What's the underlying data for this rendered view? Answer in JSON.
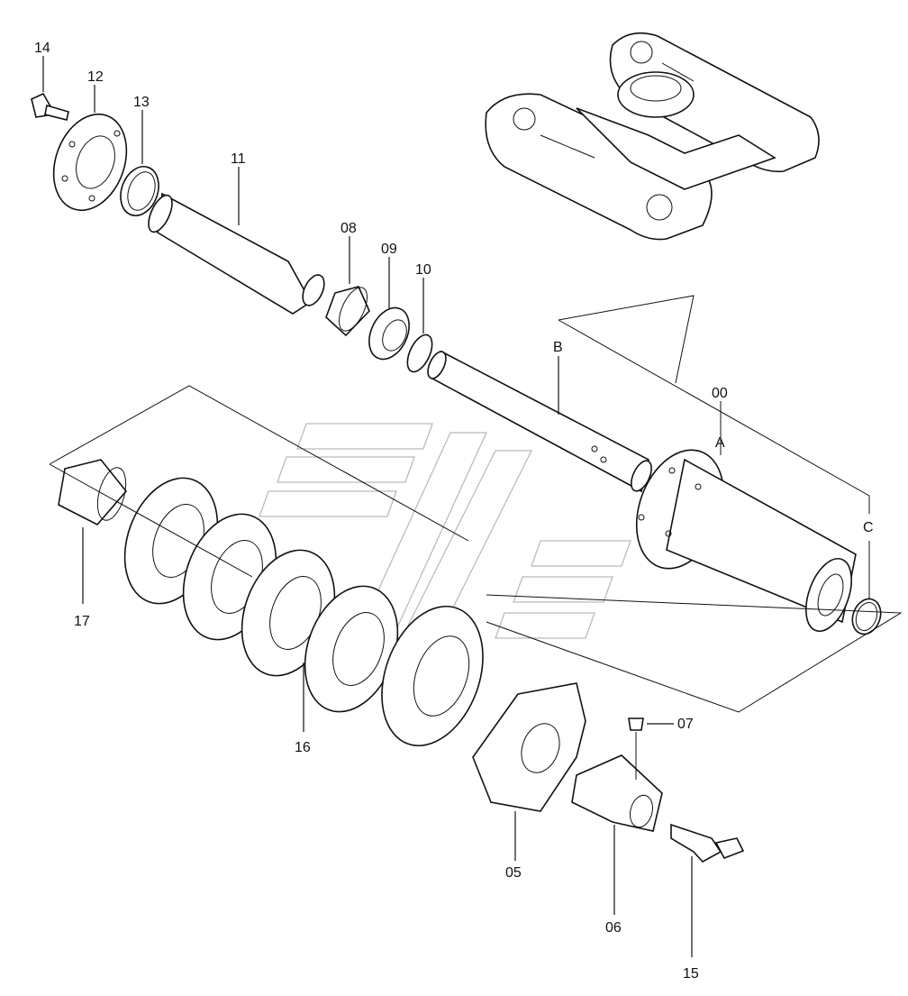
{
  "diagram": {
    "callouts": [
      {
        "id": "p14",
        "text": "14"
      },
      {
        "id": "p12",
        "text": "12"
      },
      {
        "id": "p13",
        "text": "13"
      },
      {
        "id": "p11",
        "text": "11"
      },
      {
        "id": "p08",
        "text": "08"
      },
      {
        "id": "p09",
        "text": "09"
      },
      {
        "id": "p10",
        "text": "10"
      },
      {
        "id": "pB",
        "text": "B"
      },
      {
        "id": "p00",
        "text": "00"
      },
      {
        "id": "pA",
        "text": "A"
      },
      {
        "id": "pC",
        "text": "C"
      },
      {
        "id": "p17",
        "text": "17"
      },
      {
        "id": "p16",
        "text": "16"
      },
      {
        "id": "p07",
        "text": "07"
      },
      {
        "id": "p05",
        "text": "05"
      },
      {
        "id": "p06",
        "text": "06"
      },
      {
        "id": "p15",
        "text": "15"
      }
    ]
  },
  "colors": {
    "line": "#111111",
    "watermark": "#bbbbbb",
    "background": "#ffffff"
  }
}
